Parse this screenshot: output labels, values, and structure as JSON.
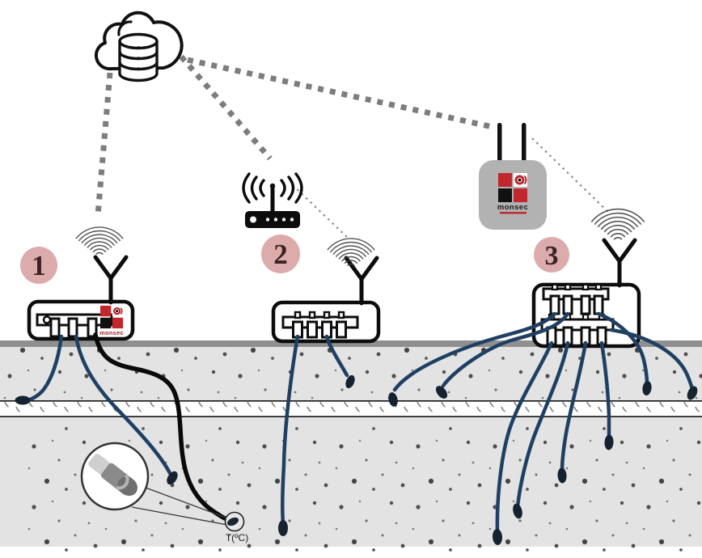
{
  "diagram": {
    "brand": "monsec",
    "badges": {
      "node1": "1",
      "node2": "2",
      "node3": "3"
    },
    "sensor_label": "T(ºC)",
    "icons": [
      "cloud-database-icon",
      "wifi-router-icon",
      "monsec-gateway-icon",
      "wifi-signal-icon",
      "y-antenna-icon",
      "soil-probe-icon",
      "temperature-probe-magnifier"
    ],
    "colors": {
      "cable_navy": "#1f4063",
      "cable_black": "#0a0a0a",
      "probe_tip": "#15222f",
      "badge_pink": "#dcabab",
      "badge_text": "#3b2323",
      "soil_gray": "#e3e3e3",
      "surface_gray": "#8f8f8f",
      "dash_gray": "#7d7d7d",
      "logo_red": "#c1272d",
      "logo_black": "#111111"
    }
  }
}
